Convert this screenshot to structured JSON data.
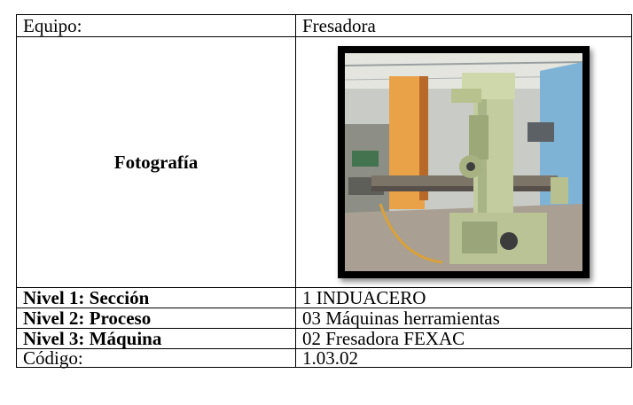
{
  "rows": {
    "equipo": {
      "label": "Equipo:",
      "value": "Fresadora"
    },
    "foto": {
      "label": "Fotografía",
      "image": "milling-machine-photo"
    },
    "nivel1": {
      "label": "Nivel 1: Sección",
      "value": "1 INDUACERO"
    },
    "nivel2": {
      "label": "Nivel 2: Proceso",
      "value": "03 Máquinas herramientas"
    },
    "nivel3": {
      "label": "Nivel 3: Máquina",
      "value": "02 Fresadora FEXAC"
    },
    "codigo": {
      "label": "Código:",
      "value": "1.03.02"
    }
  }
}
